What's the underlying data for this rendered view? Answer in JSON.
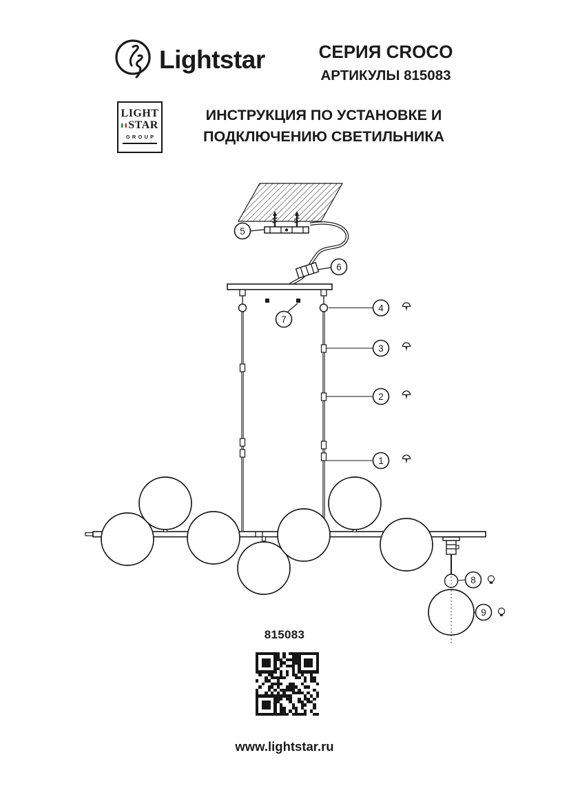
{
  "accent_color": "#1a1a1a",
  "header": {
    "brand": "Lightstar",
    "series": "СЕРИЯ CROCO",
    "articles": "АРТИКУЛЫ 815083",
    "group_logo": {
      "line1": "LIGHT",
      "line2": "STAR",
      "line3": "GROUP"
    },
    "title_line1": "ИНСТРУКЦИЯ ПО УСТАНОВКЕ И",
    "title_line2": "ПОДКЛЮЧЕНИЮ СВЕТИЛЬНИКА"
  },
  "diagram": {
    "callouts": [
      "1",
      "2",
      "3",
      "4",
      "5",
      "6",
      "7",
      "8",
      "9"
    ],
    "icons": {
      "fastener": "screw-icon",
      "lamp": "bulb-icon",
      "brand": "lightstar-logo-icon",
      "flag": "italy-flag-icon"
    }
  },
  "footer": {
    "article": "815083",
    "website": "www.lightstar.ru"
  }
}
